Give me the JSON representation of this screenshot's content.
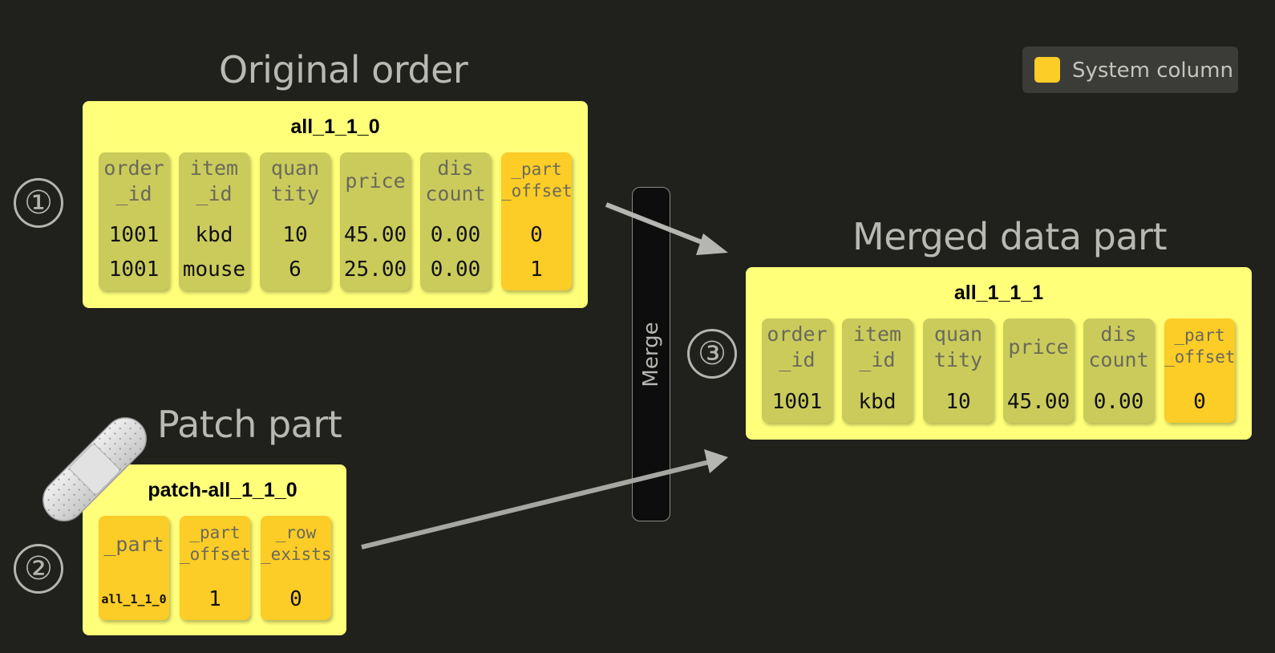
{
  "titles": {
    "original": "Original order",
    "merged": "Merged data part",
    "patch": "Patch part"
  },
  "legend": {
    "label": "System column",
    "color": "#fccc27"
  },
  "merge_label": "Merge",
  "steps": [
    "①",
    "②",
    "③"
  ],
  "original_part": {
    "name": "all_1_1_0",
    "columns": [
      {
        "header": "order\n_id",
        "values": [
          "1001",
          "1001"
        ]
      },
      {
        "header": "item\n_id",
        "values": [
          "kbd",
          "mouse"
        ]
      },
      {
        "header": "quan\ntity",
        "values": [
          "10",
          "6"
        ]
      },
      {
        "header": "price",
        "values": [
          "45.00",
          "25.00"
        ]
      },
      {
        "header": "dis\ncount",
        "values": [
          "0.00",
          "0.00"
        ]
      },
      {
        "header": "_part\n_offset",
        "values": [
          "0",
          "1"
        ]
      }
    ]
  },
  "merged_part": {
    "name": "all_1_1_1",
    "columns": [
      {
        "header": "order\n_id",
        "values": [
          "1001"
        ]
      },
      {
        "header": "item\n_id",
        "values": [
          "kbd"
        ]
      },
      {
        "header": "quan\ntity",
        "values": [
          "10"
        ]
      },
      {
        "header": "price",
        "values": [
          "45.00"
        ]
      },
      {
        "header": "dis\ncount",
        "values": [
          "0.00"
        ]
      },
      {
        "header": "_part\n_offset",
        "values": [
          "0"
        ]
      }
    ]
  },
  "patch_part": {
    "name": "patch-all_1_1_0",
    "columns": [
      {
        "header": "_part",
        "values": [
          "all_1_1_0"
        ]
      },
      {
        "header": "_part\n_offset",
        "values": [
          "1"
        ]
      },
      {
        "header": "_row\n_exists",
        "values": [
          "0"
        ]
      }
    ]
  },
  "colors": {
    "part_bg": "#ffff7a",
    "column_bg": "#cbcb5c",
    "system_column": "#fccc27",
    "background": "#20201d"
  }
}
